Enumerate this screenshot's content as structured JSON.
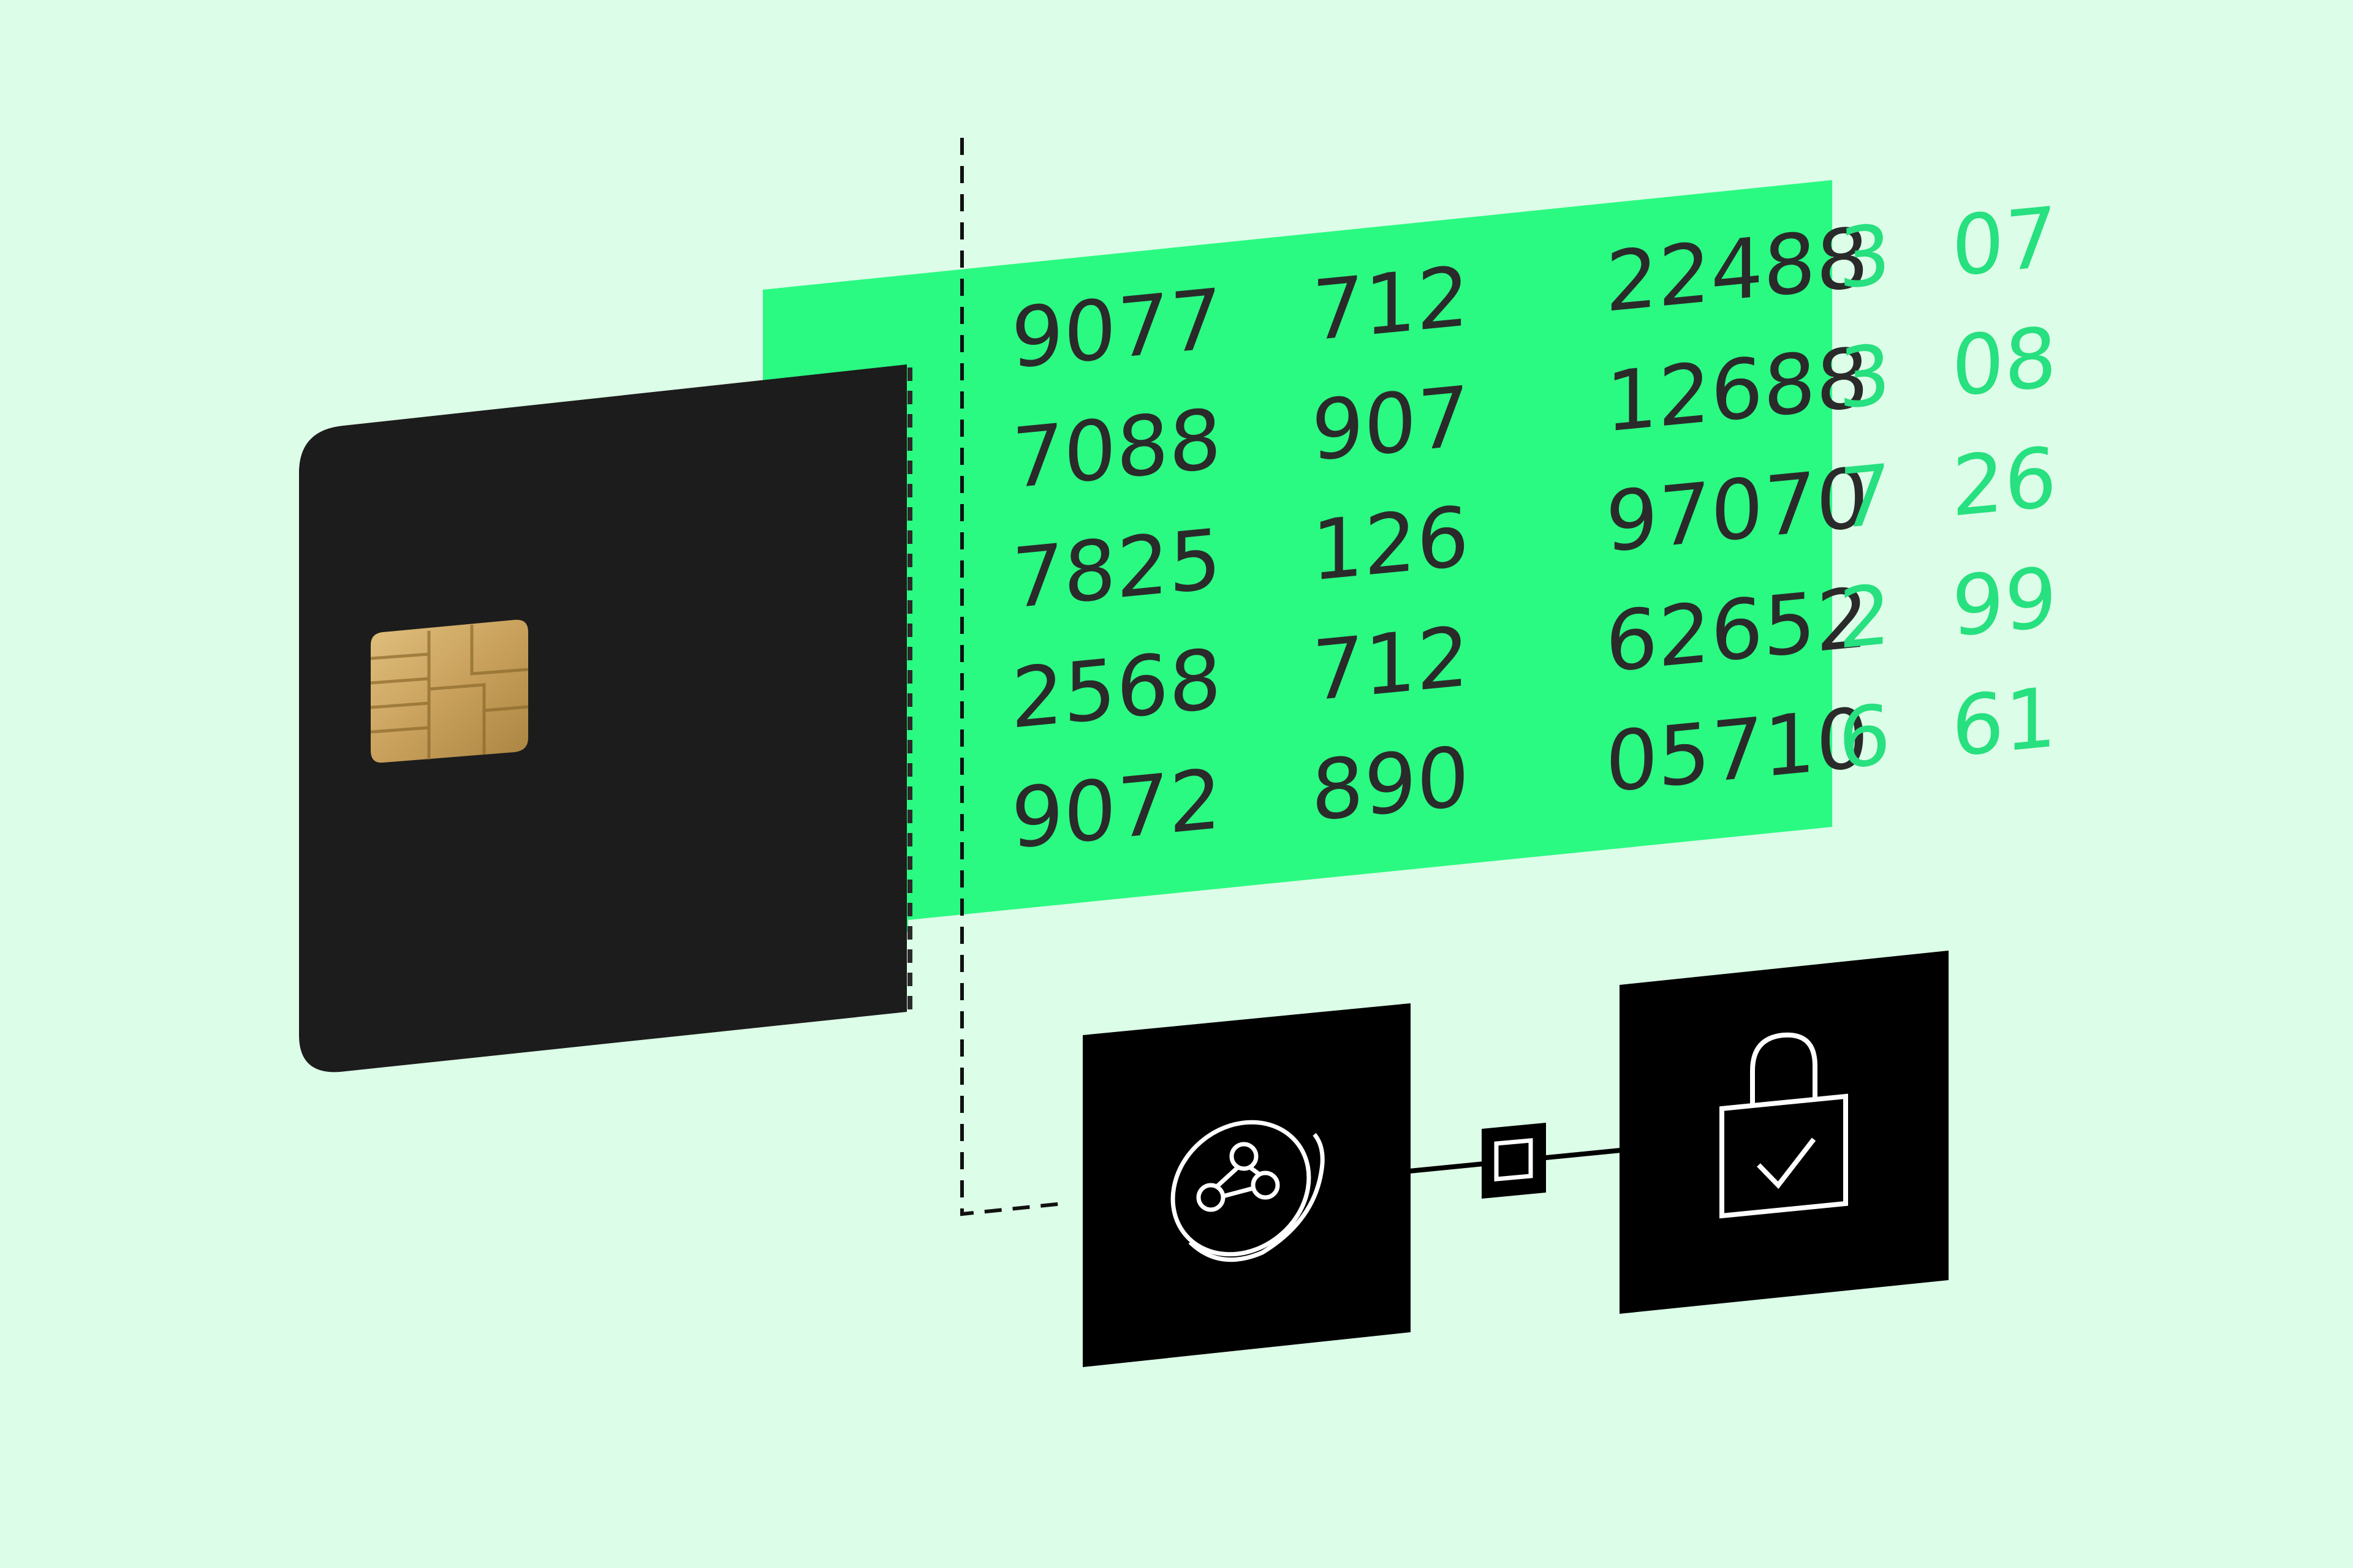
{
  "card": {
    "chip_icon": "emv-chip-icon"
  },
  "numbers": {
    "column_1": [
      "9077",
      "7088",
      "7825",
      "2568",
      "9072"
    ],
    "column_2": [
      "712",
      "907",
      "126",
      "712",
      "890"
    ],
    "column_3_inside": [
      "22488",
      "12688",
      "97070",
      "62652",
      "05710"
    ],
    "column_3_overflow": [
      "3",
      "3",
      "7",
      "2",
      "6"
    ],
    "column_4": [
      "07",
      "08",
      "26",
      "99",
      "61"
    ]
  },
  "icons": {
    "left_box": "token-coin-network-icon",
    "right_box": "padlock-check-icon",
    "connector": "connector-node-icon"
  },
  "colors": {
    "background": "#dcfde7",
    "accent_green": "#2afa82",
    "card_black": "#1c1c1c",
    "box_black": "#000000",
    "chip_gold": "#c9a15d",
    "number_dark": "#2a2a2a",
    "number_green": "#27e07f"
  }
}
